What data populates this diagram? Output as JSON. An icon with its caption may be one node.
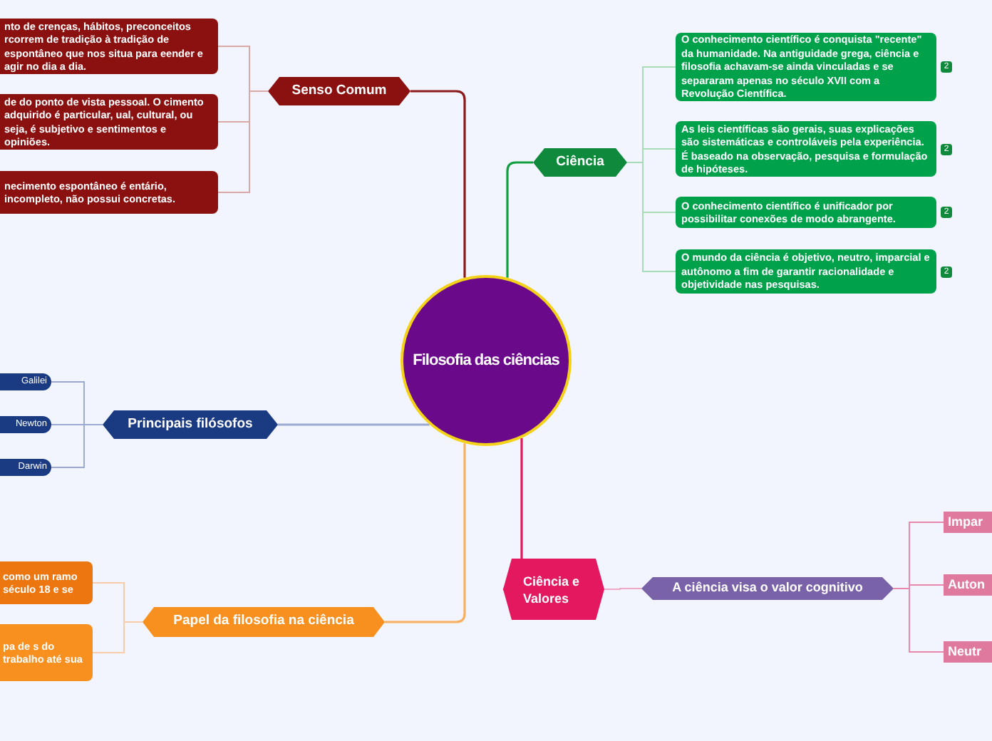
{
  "diagram": {
    "nodes": [
      {
        "text": [
          "Filosofia das ciências"
        ]
      },
      {
        "text": [
          "Senso Comum"
        ]
      },
      {
        "text": [
          "nto de crenças, hábitos, preconceitos rcorrem de tradição à tradição de espontâneo que nos situa para eender e agir no dia a dia."
        ]
      },
      {
        "text": [
          "de do ponto de vista pessoal. O cimento adquirido é particular, ual, cultural, ou seja, é subjetivo e sentimentos e opiniões."
        ]
      },
      {
        "text": [
          "necimento espontâneo é entário, incompleto, não possui concretas."
        ]
      },
      {
        "text": [
          "Ciência"
        ]
      },
      {
        "text": [
          "O conhecimento científico é conquista \"recente\" da humanidade. Na antiguidade grega, ciência e filosofia achavam-se ainda vinculadas e se separaram apenas no século XVII com a Revolução Científica."
        ],
        "beside": [
          "2"
        ]
      },
      {
        "text": [
          "As leis científicas são gerais, suas explicações são sistemáticas e controláveis pela experiência. É baseado na observação, pesquisa e formulação de hipóteses."
        ],
        "beside": [
          "2"
        ]
      },
      {
        "text": [
          "O conhecimento científico é unificador por possibilitar conexões de modo abrangente."
        ],
        "beside": [
          "2"
        ]
      },
      {
        "text": [
          "O mundo da ciência é objetivo, neutro, imparcial e autônomo a fim de garantir racionalidade e objetividade nas pesquisas."
        ],
        "beside": [
          "2"
        ]
      },
      {
        "text": [
          "Principais filósofos"
        ]
      },
      {
        "text": [
          "Galilei"
        ]
      },
      {
        "text": [
          "Newton"
        ]
      },
      {
        "text": [
          "Darwin"
        ]
      },
      {
        "text": [
          "Papel da filosofia na ciência"
        ]
      },
      {
        "text": [
          "como um ramo século 18 e se"
        ]
      },
      {
        "text": [
          "pa de s do trabalho até sua"
        ]
      },
      {
        "text": [
          "Ciência e Valores"
        ]
      },
      {
        "text": [
          "A ciência visa o valor cognitivo"
        ]
      },
      {
        "text": [
          "Impar"
        ]
      },
      {
        "text": [
          "Auton"
        ]
      },
      {
        "text": [
          "Neutr"
        ]
      }
    ],
    "edges": [
      {
        "from": 0,
        "to": 1,
        "arrow": "none",
        "color": "#8b1a1a"
      },
      {
        "from": 0,
        "to": 5,
        "arrow": "none",
        "color": "#10a040"
      },
      {
        "from": 0,
        "to": 10,
        "arrow": "none",
        "color": "#9aaad0"
      },
      {
        "from": 0,
        "to": 14,
        "arrow": "none",
        "color": "#f7b060"
      },
      {
        "from": 0,
        "to": 17,
        "arrow": "none",
        "color": "#e3185e"
      },
      {
        "from": 1,
        "to": 2,
        "arrow": "none",
        "color": "#dba8a8"
      },
      {
        "from": 1,
        "to": 3,
        "arrow": "none",
        "color": "#dba8a8"
      },
      {
        "from": 1,
        "to": 4,
        "arrow": "none",
        "color": "#dba8a8"
      },
      {
        "from": 5,
        "to": 6,
        "arrow": "none",
        "color": "#a8dcb8"
      },
      {
        "from": 5,
        "to": 7,
        "arrow": "none",
        "color": "#a8dcb8"
      },
      {
        "from": 5,
        "to": 8,
        "arrow": "none",
        "color": "#a8dcb8"
      },
      {
        "from": 5,
        "to": 9,
        "arrow": "none",
        "color": "#a8dcb8"
      },
      {
        "from": 10,
        "to": 11,
        "arrow": "none",
        "color": "#9aaad0"
      },
      {
        "from": 10,
        "to": 12,
        "arrow": "none",
        "color": "#9aaad0"
      },
      {
        "from": 10,
        "to": 13,
        "arrow": "none",
        "color": "#9aaad0"
      },
      {
        "from": 14,
        "to": 15,
        "arrow": "none",
        "color": "#f8cca8"
      },
      {
        "from": 14,
        "to": 16,
        "arrow": "none",
        "color": "#f8cca8"
      },
      {
        "from": 17,
        "to": 18,
        "arrow": "none",
        "color": "#f0a8c4"
      },
      {
        "from": 18,
        "to": 19,
        "arrow": "none",
        "color": "#e888aa"
      },
      {
        "from": 18,
        "to": 20,
        "arrow": "none",
        "color": "#e888aa"
      },
      {
        "from": 18,
        "to": 21,
        "arrow": "none",
        "color": "#e888aa"
      }
    ]
  }
}
